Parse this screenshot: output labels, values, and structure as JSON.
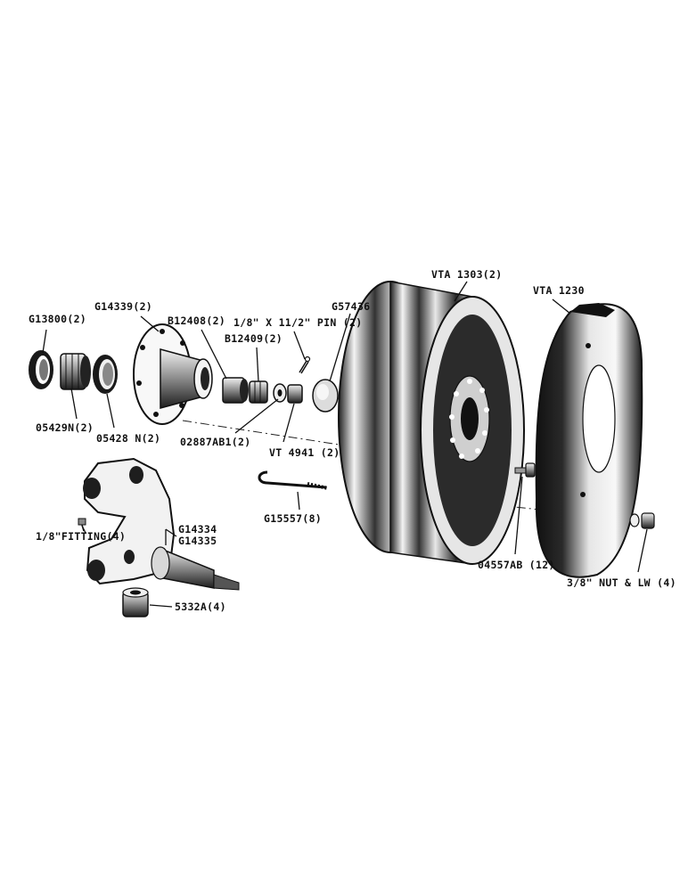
{
  "figure": {
    "labels": {
      "g13800": "G13800(2)",
      "g14339": "G14339(2)",
      "b12408": "B12408(2)",
      "pin": "1/8\" X 11/2\" PIN (2)",
      "g57436": "G57436",
      "vta1303": "VTA 1303(2)",
      "vta1230": "VTA 1230",
      "b12409": "B12409(2)",
      "n05429": "05429N(2)",
      "n05428": "05428 N(2)",
      "ab02887": "02887AB1(2)",
      "vt4941": "VT 4941 (2)",
      "g15557": "G15557(8)",
      "fitting": "1/8\"FITTING(4)",
      "g14334": "G14334",
      "g14335": "G14335",
      "ab04557": "04557AB (12)",
      "nut": "3/8\" NUT & LW (4)",
      "a5332": "5332A(4)"
    },
    "icons": {
      "bearing_cup": "bearing-cup-icon",
      "bearing_cone": "bearing-cone-icon",
      "hub": "wheel-hub-icon",
      "rim": "wheel-rim-icon",
      "weight": "wheel-weight-icon",
      "spindle": "steering-spindle-icon",
      "bolt": "bolt-icon",
      "nut": "nut-icon"
    }
  }
}
